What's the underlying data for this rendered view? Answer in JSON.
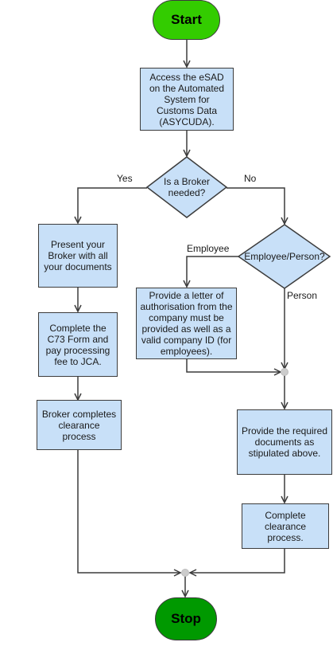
{
  "nodes": {
    "start": "Start",
    "access": "Access the eSAD on the Automated System for Customs Data (ASYCUDA).",
    "broker_q": "Is a Broker needed?",
    "present": "Present your Broker with all your documents",
    "complete_c73": "Complete the C73 Form and pay processing fee to JCA.",
    "broker_completes": "Broker completes clearance process",
    "emp_q": "Employee/Person?",
    "letter": "Provide a letter of authorisation from the company must be provided as well as a valid company ID (for employees).",
    "provide_docs": "Provide the required documents as stipulated above.",
    "complete_clear": "Complete clearance process.",
    "stop": "Stop"
  },
  "edge_labels": {
    "yes": "Yes",
    "no": "No",
    "employee": "Employee",
    "person": "Person"
  },
  "colors": {
    "process_fill": "#c8e0f8",
    "start_fill": "#33cc00",
    "stop_fill": "#009900",
    "stroke": "#3c3c3c",
    "junction": "#cccccc"
  }
}
